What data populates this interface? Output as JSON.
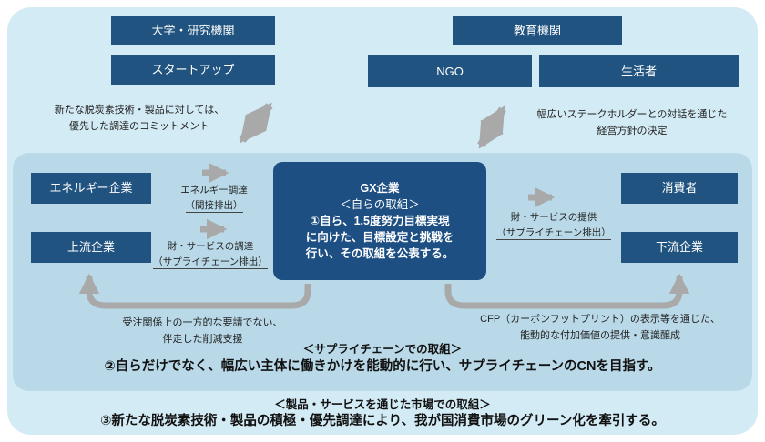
{
  "colors": {
    "outer_bg": "#d3ebf5",
    "inner_bg": "#b9d9e8",
    "box_navy": "#20537f",
    "gx_navy": "#1d4f83",
    "arrow_gray": "#a9a9a9"
  },
  "top": {
    "university": "大学・研究機関",
    "startup": "スタートアップ",
    "education": "教育機関",
    "ngo": "NGO",
    "citizen": "生活者"
  },
  "annotations": {
    "left_line1": "新たな脱炭素技術・製品に対しては、",
    "left_line2": "優先した調達のコミットメント",
    "right_line1": "幅広いステークホルダーとの対話を通じた",
    "right_line2": "経営方針の決定"
  },
  "inner": {
    "energy_company": "エネルギー企業",
    "upstream_company": "上流企業",
    "consumer": "消費者",
    "downstream_company": "下流企業",
    "gx": {
      "title": "GX企業",
      "subtitle": "＜自らの取組＞",
      "body1": "①自ら、1.5度努力目標実現",
      "body2": "に向けた、目標設定と挑戦を",
      "body3": "行い、その取組を公表する。"
    },
    "labels": {
      "energy_procurement": "エネルギー調達",
      "energy_procurement_sub": "（間接排出）",
      "goods_procurement": "財・サービスの調達",
      "goods_procurement_sub": "（サプライチェーン排出）",
      "goods_provision": "財・サービスの提供",
      "goods_provision_sub": "（サプライチェーン排出）",
      "left_curve_line1": "受注関係上の一方的な要請でない、",
      "left_curve_line2": "伴走した削減支援",
      "right_curve_line1": "CFP（カーボンフットプリント）の表示等を通じた、",
      "right_curve_line2": "能動的な付加価値の提供・意識醸成"
    },
    "supply_chain_heading": "＜サプライチェーンでの取組＞",
    "supply_chain_body": "②自らだけでなく、幅広い主体に働きかけを能動的に行い、サプライチェーンのCNを目指す。"
  },
  "bottom": {
    "market_heading": "＜製品・サービスを通じた市場での取組＞",
    "market_body": "③新たな脱炭素技術・製品の積極・優先調達により、我が国消費市場のグリーン化を牽引する。"
  }
}
